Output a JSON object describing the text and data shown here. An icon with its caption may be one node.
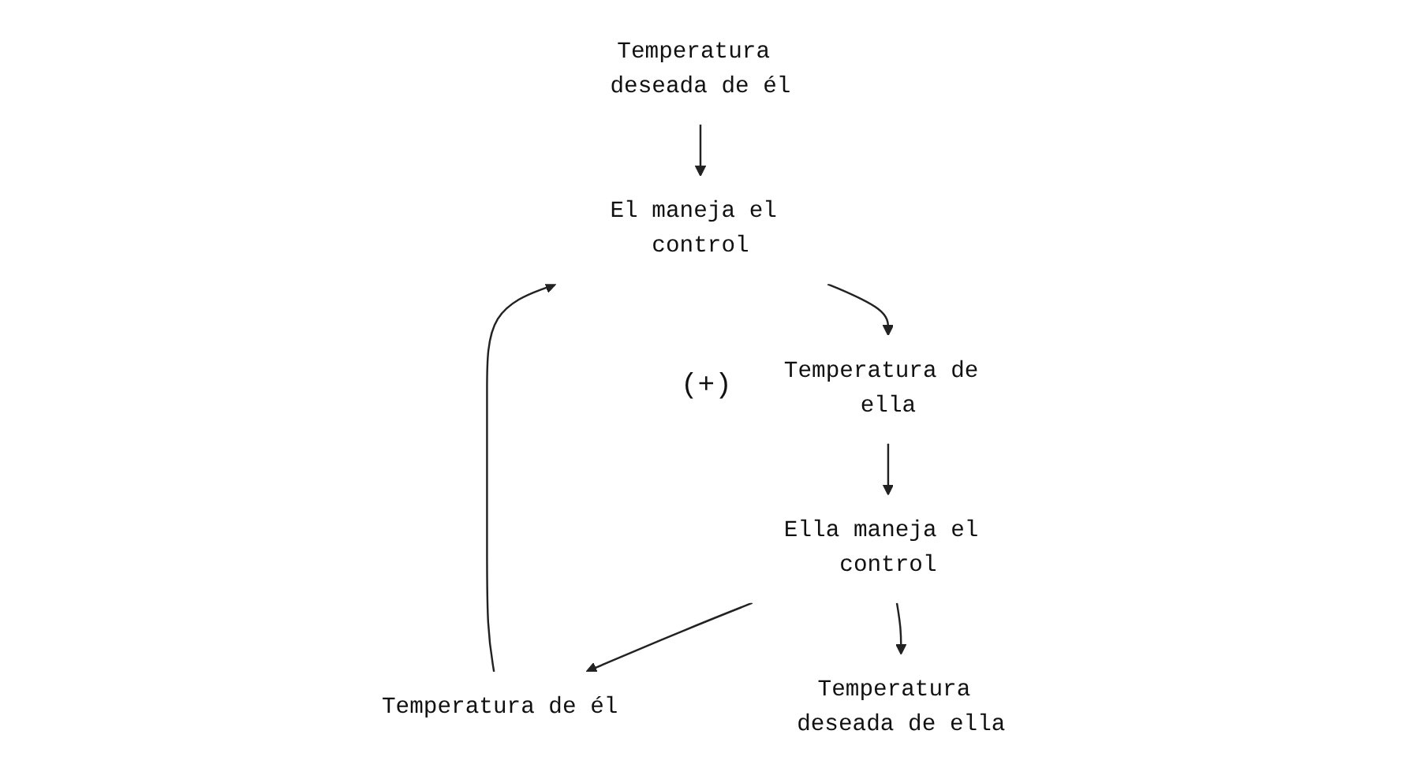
{
  "diagram": {
    "nodes": [
      {
        "text": [
          "Temperatura deseada de él"
        ]
      },
      {
        "text": [
          "El maneja el control"
        ]
      },
      {
        "text": [
          "Temperatura de él"
        ]
      },
      {
        "text": [
          "Temperatura de ella"
        ]
      },
      {
        "text": [
          "Ella maneja el control"
        ]
      },
      {
        "text": [
          "Temperatura deseada de ella"
        ]
      }
    ],
    "edges": [
      {
        "from": 0,
        "to": 1,
        "arrow": "to"
      },
      {
        "from": 1,
        "to": 3,
        "arrow": "to"
      },
      {
        "from": 3,
        "to": 4,
        "arrow": "to"
      },
      {
        "from": 4,
        "to": 2,
        "arrow": "to"
      },
      {
        "from": 2,
        "to": 1,
        "arrow": "to"
      },
      {
        "from": 4,
        "to": 5,
        "arrow": "to"
      }
    ],
    "labels": [
      "(+)"
    ]
  }
}
